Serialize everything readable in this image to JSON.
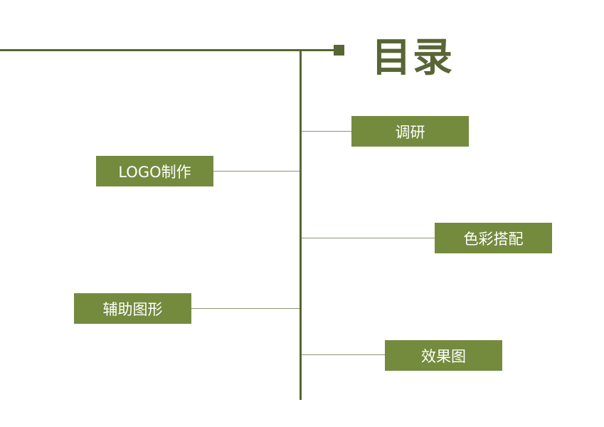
{
  "title": "目录",
  "items": [
    {
      "label": "调研"
    },
    {
      "label": "LOGO制作"
    },
    {
      "label": "色彩搭配"
    },
    {
      "label": "辅助图形"
    },
    {
      "label": "效果图"
    }
  ],
  "colors": {
    "line": "#586535",
    "box": "#748b3e",
    "branch": "#8c9674",
    "text": "#ffffff"
  }
}
